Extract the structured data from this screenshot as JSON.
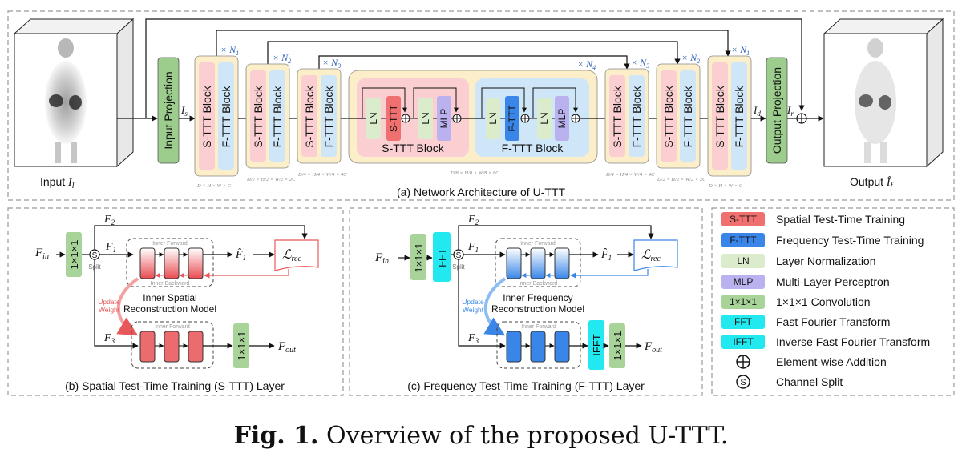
{
  "panel_a": {
    "input_label": "Input",
    "input_sym": "I",
    "input_sub": "l",
    "output_label": "Output",
    "output_sym": "Î",
    "output_sub": "f",
    "input_projection": "Input Projection",
    "output_projection": "Output Projection",
    "is_sym": "I",
    "is_sub": "s",
    "id_sym": "I",
    "id_sub": "d",
    "ir_sym": "I",
    "ir_sub": "r",
    "s_block": "S-TTT Block",
    "f_block": "F-TTT Block",
    "n1": "× N",
    "n1_sub": "1",
    "n2": "× N",
    "n2_sub": "2",
    "n3": "× N",
    "n3_sub": "3",
    "n4": "× N",
    "n4_sub": "4",
    "dim1": "D × H × W × C",
    "dim2": "D/2 × H/2 × W/2 × 2C",
    "dim3": "D/4 × H/4 × W/4 × 4C",
    "dim4": "D/8 × H/8 × W/8 × 8C",
    "inner_ln": "LN",
    "inner_sttt": "S-TTT",
    "inner_fttt": "F-TTT",
    "inner_mlp": "MLP",
    "caption": "(a) Network Architecture of U-TTT"
  },
  "panel_b": {
    "f_in": "F",
    "f_in_sub": "in",
    "conv": "1×1×1",
    "split_sym": "S",
    "split_label": "Split",
    "f1": "F",
    "f1_sub": "1",
    "f2": "F",
    "f2_sub": "2",
    "f3": "F",
    "f3_sub": "3",
    "f1_hat": "F̂",
    "f1_hat_sub": "1",
    "loss": "ℒ",
    "loss_sub": "rec",
    "inner_forward": "Inner Forward",
    "inner_backward": "Inner Backward",
    "update_weight_1": "Update",
    "update_weight_2": "Weight",
    "model_label_1": "Inner Spatial",
    "model_label_2": "Reconstruction Model",
    "f_out": "F",
    "f_out_sub": "out",
    "caption": "(b) Spatial Test-Time Training (S-TTT) Layer"
  },
  "panel_c": {
    "f_in": "F",
    "f_in_sub": "in",
    "conv": "1×1×1",
    "fft": "FFT",
    "ifft": "IFFT",
    "split_sym": "S",
    "split_label": "Split",
    "f1": "F",
    "f1_sub": "1",
    "f2": "F",
    "f2_sub": "2",
    "f3": "F",
    "f3_sub": "3",
    "f1_hat": "F̂",
    "f1_hat_sub": "1",
    "loss": "ℒ",
    "loss_sub": "rec",
    "inner_forward": "Inner Forward",
    "inner_backward": "Inner Backward",
    "update_weight_1": "Update",
    "update_weight_2": "Weight",
    "model_label_1": "Inner Frequency",
    "model_label_2": "Reconstruction Model",
    "f_out": "F",
    "f_out_sub": "out",
    "caption": "(c) Frequency Test-Time Training (F-TTT) Layer"
  },
  "legend": {
    "items": [
      {
        "chip": "S-TTT",
        "text": "Spatial Test-Time Training"
      },
      {
        "chip": "F-TTT",
        "text": "Frequency Test-Time Training"
      },
      {
        "chip": "LN",
        "text": "Layer Normalization"
      },
      {
        "chip": "MLP",
        "text": "Multi-Layer Perceptron"
      },
      {
        "chip": "1×1×1",
        "text": "1×1×1 Convolution"
      },
      {
        "chip": "FFT",
        "text": "Fast Fourier Transform"
      },
      {
        "chip": "IFFT",
        "text": "Inverse Fast Fourier Transform"
      },
      {
        "chip": "⊕",
        "text": "Element-wise Addition"
      },
      {
        "chip": "S",
        "text": "Channel Split"
      }
    ]
  },
  "figure_caption": {
    "bold": "Fig. 1.",
    "text": "Overview of the proposed U-TTT."
  },
  "colors": {
    "sttt": "#f07070",
    "fttt": "#3a86e8",
    "ln": "#dbeccd",
    "mlp": "#b9b2ee",
    "conv": "#a8d49a",
    "fft": "#22e8f0",
    "yellow": "#fbeec8",
    "pink": "#fbcfd2",
    "lightblue": "#cfe6f8",
    "proj": "#9ccd8c"
  }
}
